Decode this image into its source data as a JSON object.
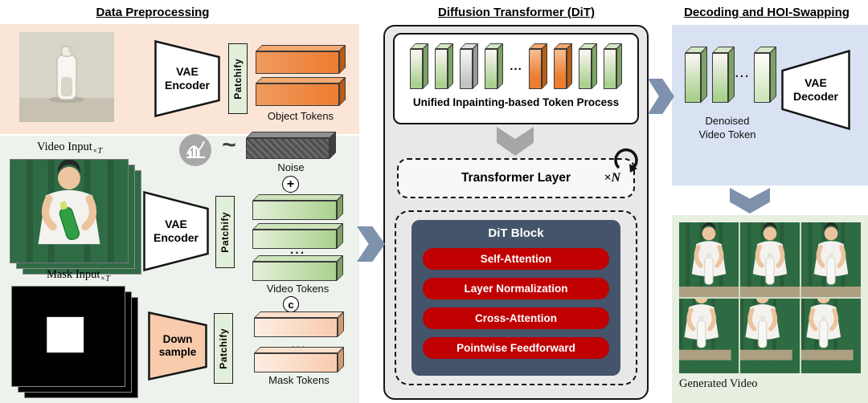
{
  "titles": {
    "preprocessing": "Data Preprocessing",
    "dit": "Diffusion Transformer (DiT)",
    "decoding": "Decoding and HOI-Swapping"
  },
  "preprocessing": {
    "object_branch": {
      "encoder_line1": "VAE",
      "encoder_line2": "Encoder",
      "patchify_label": "Patchify",
      "tokens_label": "Object Tokens"
    },
    "video_branch": {
      "input_label": "Video Input",
      "input_subscript": "×T",
      "tilde_symbol": "~",
      "noise_label": "Noise",
      "add_symbol": "+",
      "encoder_line1": "VAE",
      "encoder_line2": "Encoder",
      "patchify_label": "Patchify",
      "ellipsis": "...",
      "tokens_label": "Video Tokens",
      "concat_symbol": "c"
    },
    "mask_branch": {
      "input_label": "Mask Input",
      "input_subscript": "×T",
      "downsample_line1": "Down",
      "downsample_line2": "sample",
      "patchify_label": "Patchify",
      "ellipsis": "...",
      "tokens_label": "Mask Tokens"
    }
  },
  "dit": {
    "token_row_ellipsis": "...",
    "token_process_label": "Unified Inpainting-based Token Process",
    "transformer_layer_label": "Transformer Layer",
    "repeat_label": "×N",
    "block_title": "DiT Block",
    "layers": [
      "Self-Attention",
      "Layer Normalization",
      "Cross-Attention",
      "Pointwise Feedforward"
    ]
  },
  "decoding": {
    "tokens_ellipsis": "...",
    "denoised_line1": "Denoised",
    "denoised_line2": "Video Token",
    "decoder_line1": "VAE",
    "decoder_line2": "Decoder",
    "generated_label": "Generated Video"
  },
  "colors": {
    "panel_peach": "#fbe5d6",
    "panel_mint": "#edf3ec",
    "panel_gray": "#e8e8e8",
    "panel_blue": "#d9e2f3",
    "panel_green": "#e6efe0",
    "token_orange": "#ed7d31",
    "token_green": "#a9d18e",
    "token_peach": "#f8cbad",
    "attention_red": "#c00000",
    "dit_block_navy": "#44546a",
    "arrow_slate": "#7e91ad"
  }
}
